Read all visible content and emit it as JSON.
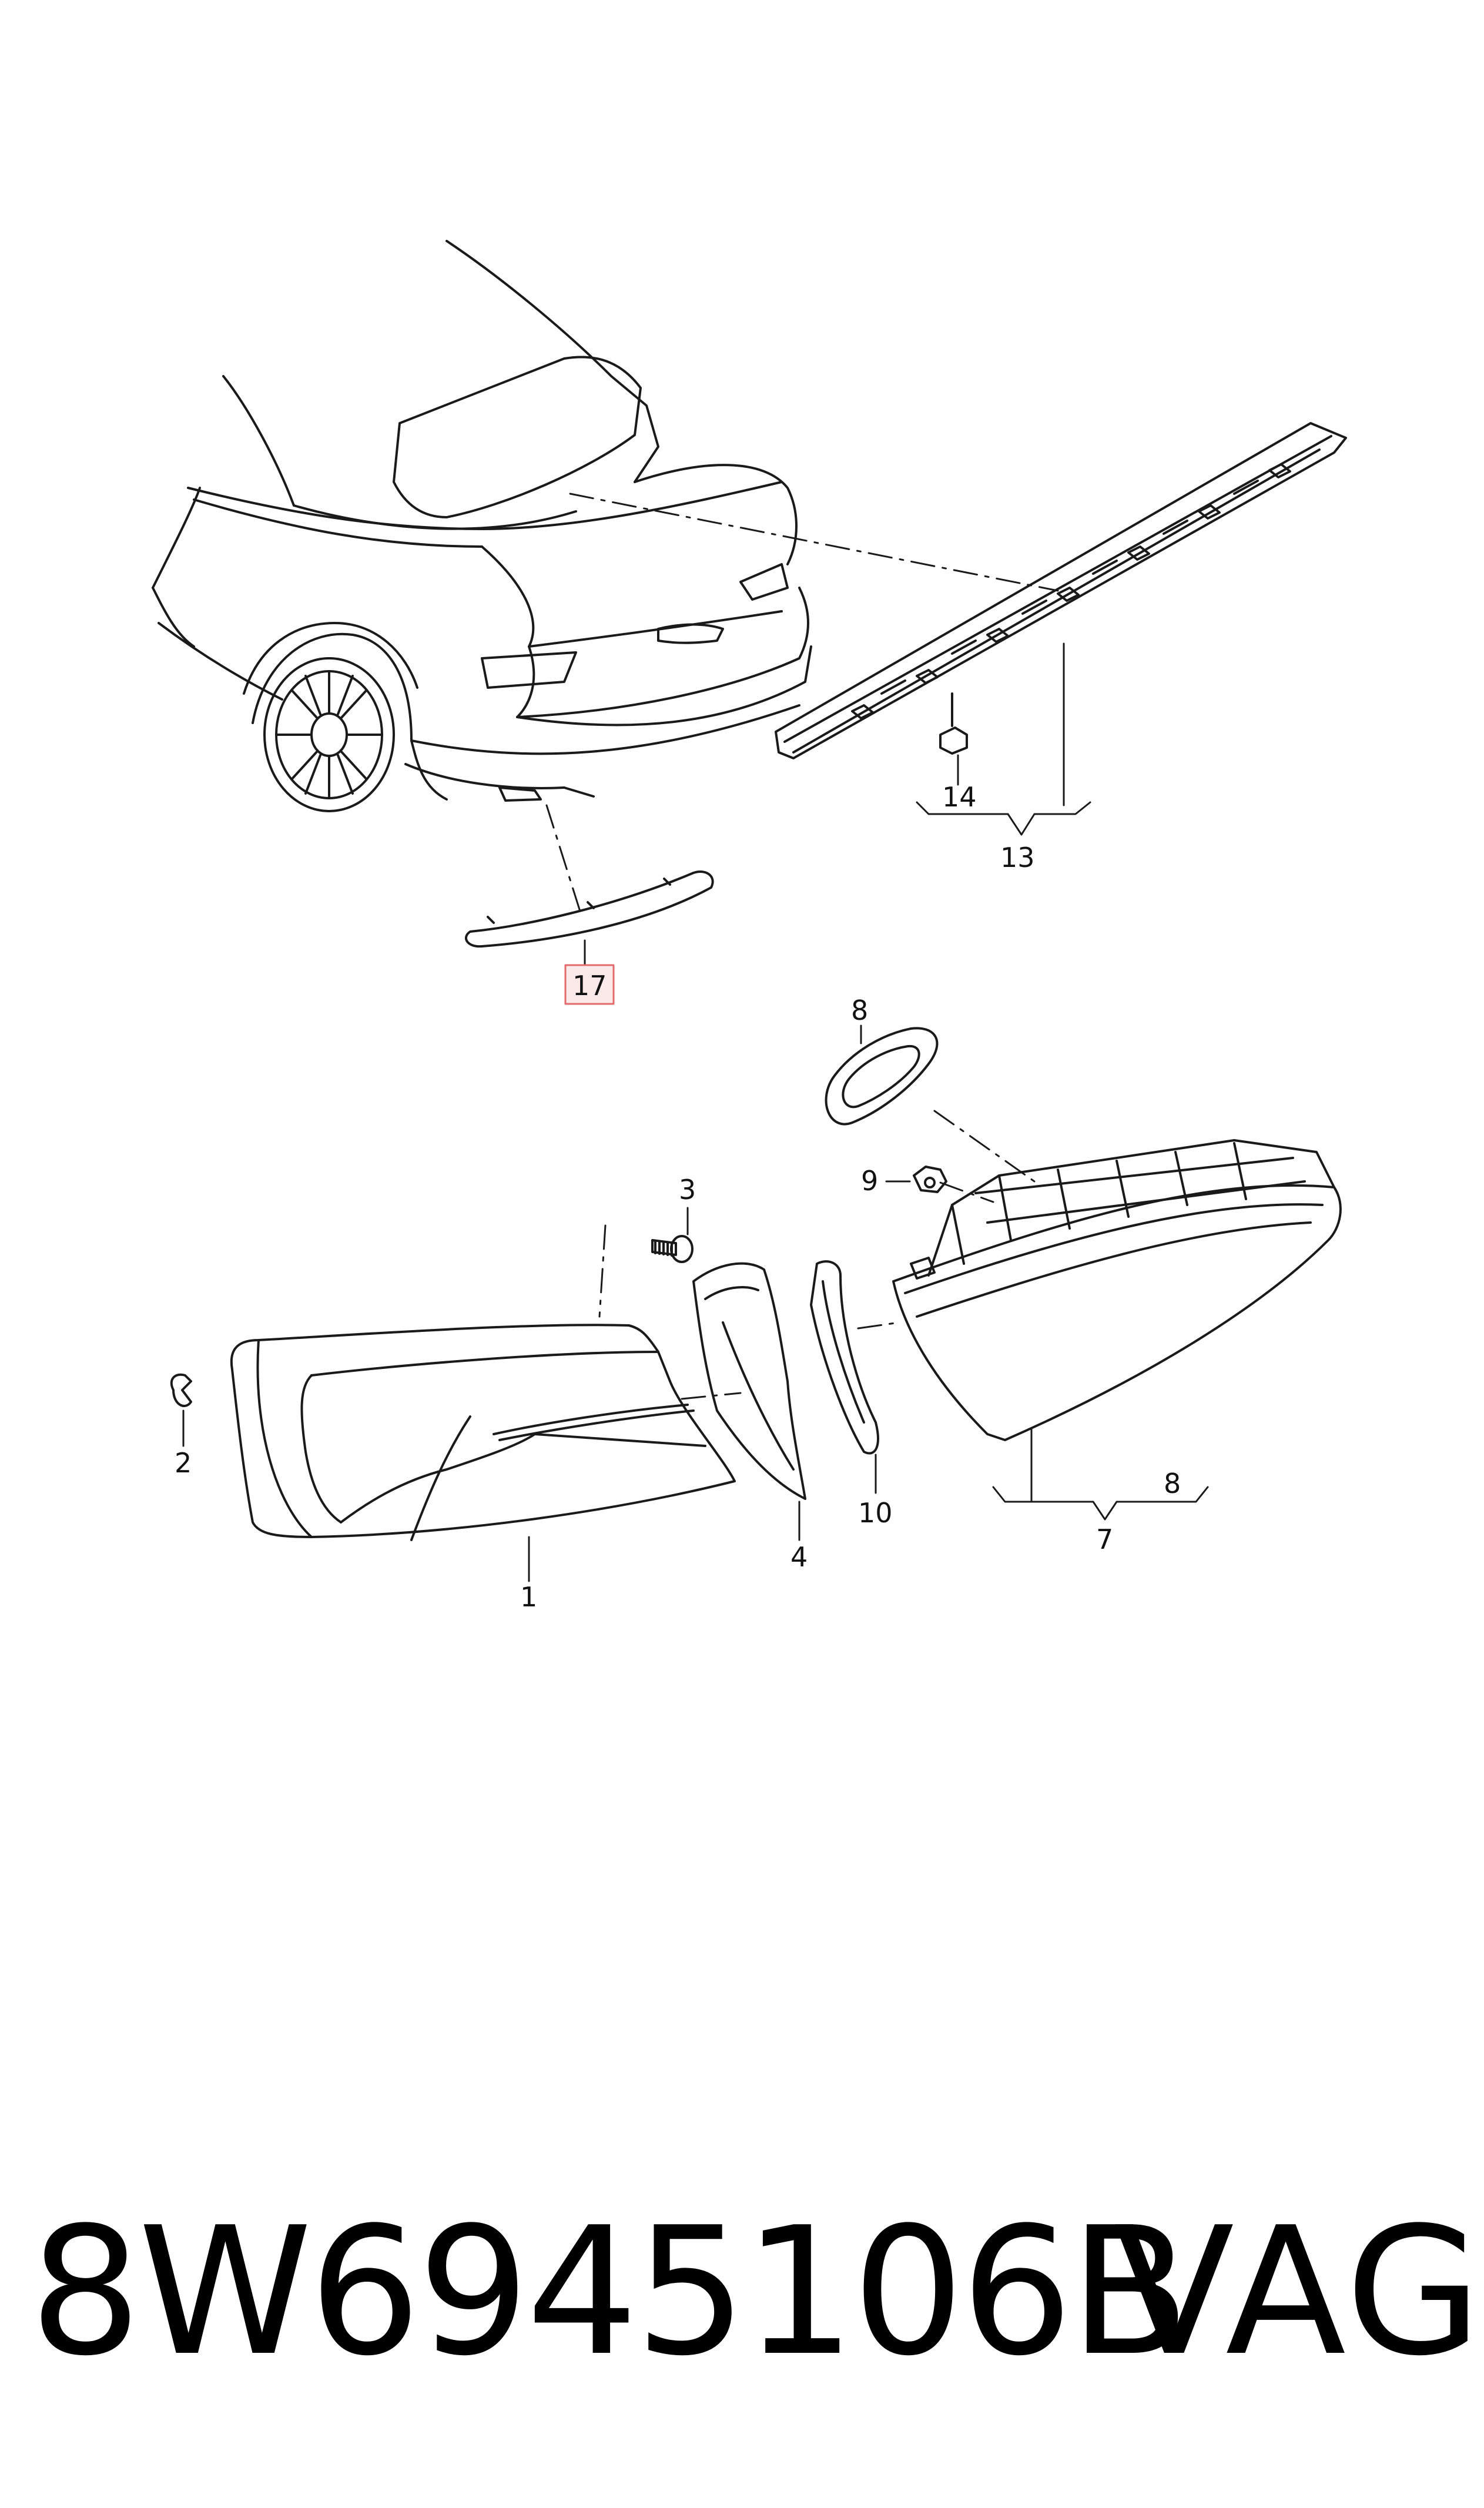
{
  "callouts": {
    "c1": "1",
    "c2": "2",
    "c3": "3",
    "c4": "4",
    "c7": "7",
    "c8a": "8",
    "c8b": "8",
    "c9": "9",
    "c10": "10",
    "c13": "13",
    "c14": "14",
    "c17": "17"
  },
  "highlight_color": "#e36a6a",
  "highlight_fill": "#fbe8e8",
  "line_color": "#1a1a1a",
  "footer": {
    "part_number": "8W6945106B",
    "brand": "VAG"
  }
}
